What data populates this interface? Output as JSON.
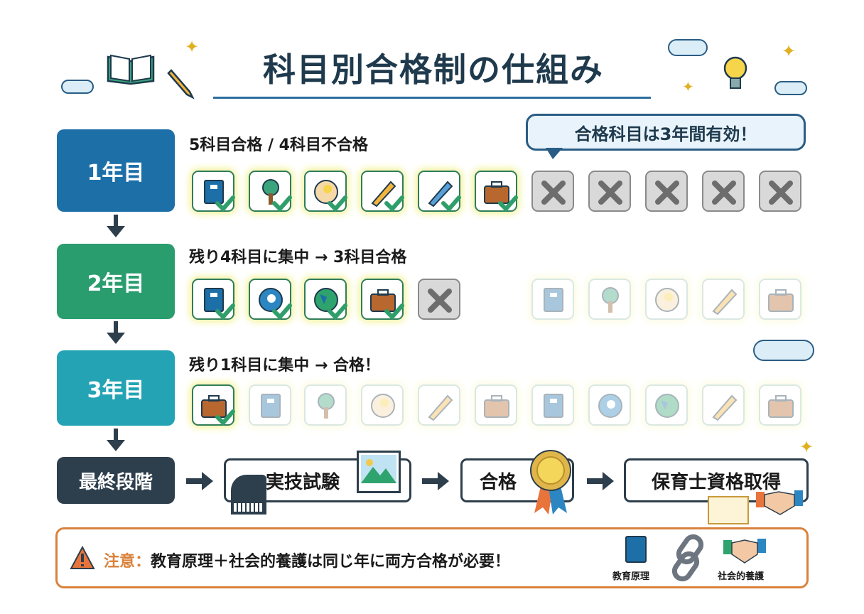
{
  "title": "科目別合格制の仕組み",
  "bubble": "合格科目は3年間有効！",
  "years": [
    {
      "label": "1年目",
      "heading": "5科目合格 / 4科目不合格",
      "color": "#1d6fa8",
      "tiles": [
        [
          "book",
          "pass"
        ],
        [
          "tree",
          "pass"
        ],
        [
          "bulb",
          "pass"
        ],
        [
          "pencil",
          "pass"
        ],
        [
          "pencil2",
          "pass"
        ],
        [
          "briefcase",
          "pass"
        ],
        [
          "x",
          "fail"
        ],
        [
          "x",
          "fail"
        ],
        [
          "x",
          "fail"
        ],
        [
          "x",
          "fail"
        ],
        [
          "x",
          "fail"
        ]
      ]
    },
    {
      "label": "2年目",
      "heading": "残り4科目に集中 → 3科目合格",
      "color": "#2a9d6f",
      "tiles": [
        [
          "book",
          "pass"
        ],
        [
          "head",
          "pass"
        ],
        [
          "globe",
          "pass"
        ],
        [
          "briefcase",
          "pass"
        ],
        [
          "x",
          "fail"
        ],
        null,
        [
          "book",
          "faded"
        ],
        [
          "tree",
          "faded"
        ],
        [
          "bulb",
          "faded"
        ],
        [
          "pencil",
          "faded"
        ],
        [
          "briefcase",
          "faded"
        ]
      ]
    },
    {
      "label": "3年目",
      "heading": "残り1科目に集中 → 合格！",
      "color": "#24a3b5",
      "tiles": [
        [
          "briefcase",
          "pass"
        ],
        [
          "book",
          "faded"
        ],
        [
          "tree",
          "faded"
        ],
        [
          "bulb",
          "faded"
        ],
        [
          "pencil",
          "faded"
        ],
        [
          "briefcase",
          "faded"
        ],
        [
          "book",
          "faded"
        ],
        [
          "head",
          "faded"
        ],
        [
          "globe",
          "faded"
        ],
        [
          "pencil",
          "faded"
        ],
        [
          "briefcase",
          "faded"
        ]
      ]
    }
  ],
  "final": {
    "label": "最終段階",
    "steps": [
      "実技試験",
      "合格",
      "保育士資格取得"
    ]
  },
  "notice": {
    "prefix": "注意：",
    "text": "教育原理＋社会的養護は同じ年に両方合格が必要！",
    "left_label": "教育原理",
    "right_label": "社会的養護"
  }
}
